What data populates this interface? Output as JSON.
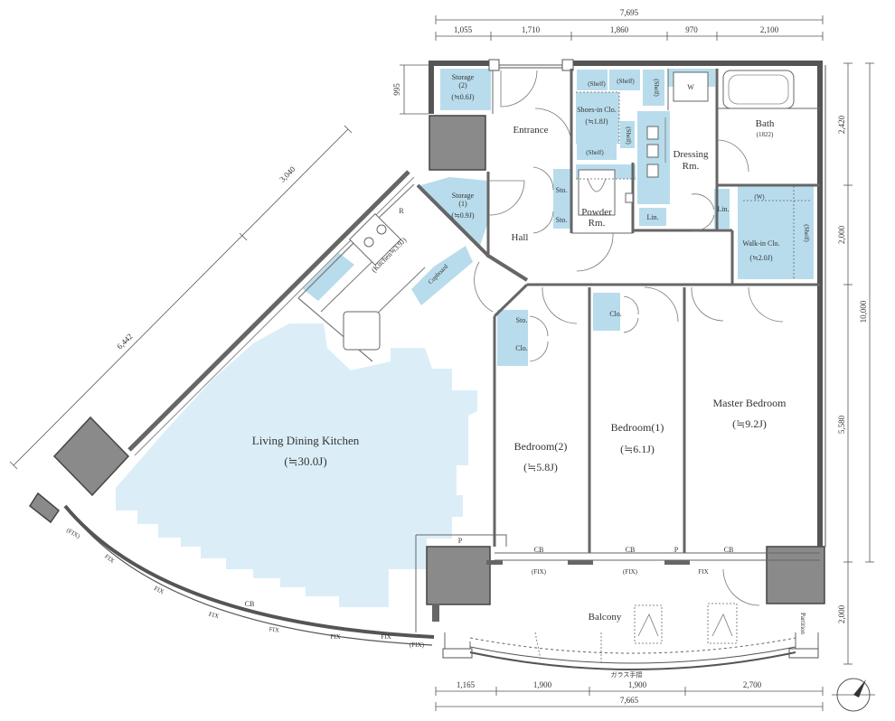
{
  "dimensions": {
    "top_total": "7,695",
    "top_segments": [
      "1,055",
      "1,710",
      "1,860",
      "970",
      "2,100"
    ],
    "bottom_total": "7,665",
    "bottom_segments": [
      "1,165",
      "1,900",
      "1,900",
      "2,700"
    ],
    "right_total": "10,000",
    "right_segments": [
      "2,420",
      "2,000",
      "5,580",
      "2,000"
    ],
    "left_small": "995",
    "diag_upper": "3,040",
    "diag_lower": "6,442"
  },
  "rooms": {
    "storage2": {
      "name": "Storage",
      "sub": "(2)",
      "area": "(≒0.6J)"
    },
    "storage1": {
      "name": "Storage",
      "sub": "(1)",
      "area": "(≒0.9J)"
    },
    "entrance": "Entrance",
    "shoes": {
      "name": "Shoes-in Clo.",
      "area": "(≒1.8J)"
    },
    "shelf": "(Shelf)",
    "shelf_v": "(Shelf)",
    "dressing": {
      "line1": "Dressing",
      "line2": "Rm."
    },
    "w": "W",
    "bath": {
      "name": "Bath",
      "sub": "(1822)"
    },
    "powder": {
      "line1": "Powder",
      "line2": "Rm."
    },
    "sto": "Sto.",
    "lin": "Lin.",
    "hall": "Hall",
    "walkin": {
      "w": "(W)",
      "name": "Walk-in Clo.",
      "area": "(≒2.0J)",
      "shelf": "(Shelf)"
    },
    "kitchen": "(Kitchen≒3.9J)",
    "r": "R",
    "cupboard": "Cupboard",
    "clo": "Clo.",
    "ldk": {
      "name": "Living Dining Kitchen",
      "area": "(≒30.0J)"
    },
    "bedroom2": {
      "name": "Bedroom(2)",
      "area": "(≒5.8J)"
    },
    "bedroom1": {
      "name": "Bedroom(1)",
      "area": "(≒6.1J)"
    },
    "master": {
      "name": "Master Bedroom",
      "area": "(≒9.2J)"
    },
    "balcony": "Balcony",
    "partition": "Partition",
    "glass_rail": "ガラス手摺"
  },
  "marks": {
    "p": "P",
    "cb": "CB",
    "fix": "(FIX)",
    "fix_plain": "FIX"
  }
}
